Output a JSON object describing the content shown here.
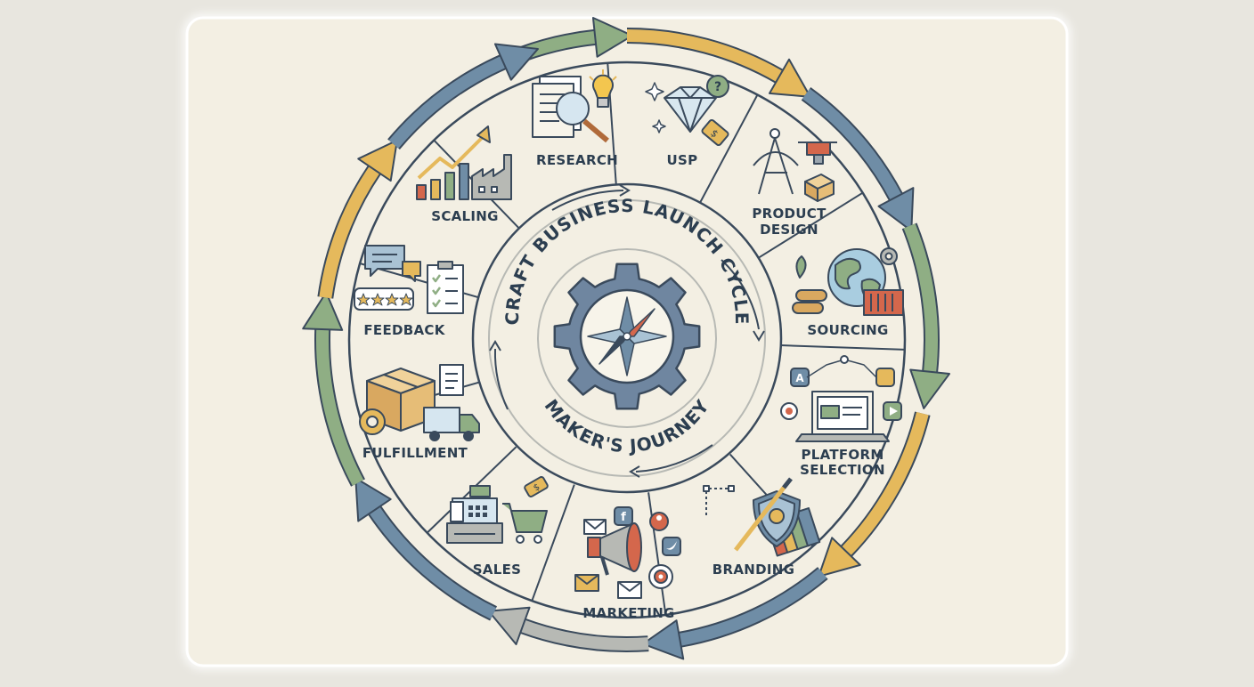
{
  "title_top": "CRAFT BUSINESS LAUNCH CYCLE",
  "title_bottom": "MAKER'S JOURNEY",
  "segments": [
    {
      "label": "RESEARCH",
      "icon": "research-icon"
    },
    {
      "label": "USP",
      "icon": "diamond-tag-icon"
    },
    {
      "label": "PRODUCT DESIGN",
      "line1": "PRODUCT",
      "line2": "DESIGN",
      "icon": "compass-3d-printer-icon"
    },
    {
      "label": "SOURCING",
      "icon": "globe-materials-icon"
    },
    {
      "label": "PLATFORM SELECTION",
      "line1": "PLATFORM",
      "line2": "SELECTION",
      "icon": "laptop-apps-icon"
    },
    {
      "label": "BRANDING",
      "icon": "shield-palette-icon"
    },
    {
      "label": "MARKETING",
      "icon": "megaphone-social-icon"
    },
    {
      "label": "SALES",
      "icon": "register-cart-icon"
    },
    {
      "label": "FULFILLMENT",
      "icon": "box-truck-icon"
    },
    {
      "label": "FEEDBACK",
      "icon": "speech-stars-checklist-icon"
    },
    {
      "label": "SCALING",
      "icon": "growth-factory-icon"
    }
  ],
  "colors": {
    "background": "#f3efe3",
    "frame": "#ffffff",
    "outline": "#3a4a5c",
    "arrow_green": "#8fae84",
    "arrow_yellow": "#e5b95c",
    "arrow_blue": "#6f8da6",
    "arrow_grey": "#b7b9b4",
    "gear": "#6f86a0",
    "accent_red": "#d4674c"
  }
}
